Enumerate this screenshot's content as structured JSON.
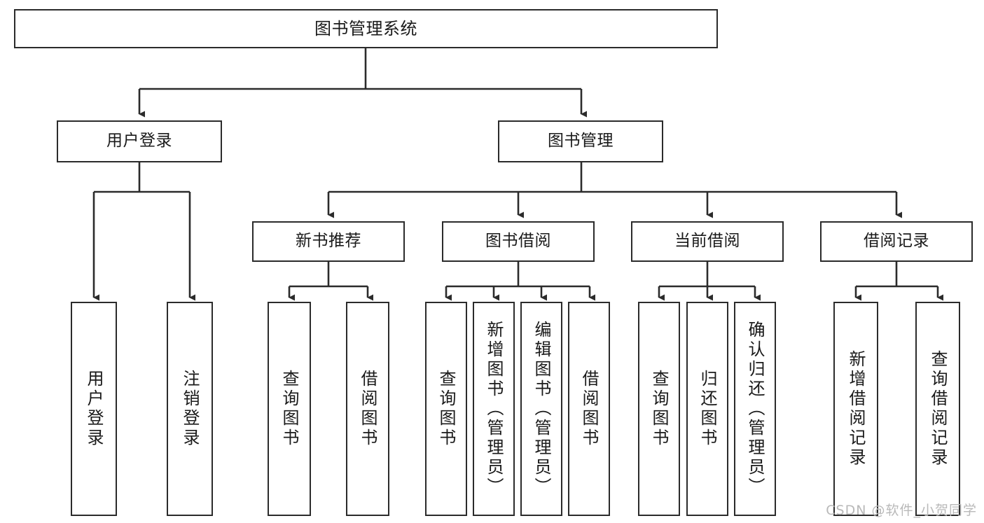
{
  "diagram": {
    "title": "图书管理系统",
    "type": "tree",
    "watermark": "CSDN @软件_小贺同学",
    "colors": {
      "node_border": "#2b2b2b",
      "node_fill": "#ffffff",
      "connector": "#2b2b2b",
      "text": "#1a1a1a",
      "watermark": "#b9b9b9",
      "background": "#ffffff"
    },
    "root": {
      "label": "图书管理系统"
    },
    "level2": [
      {
        "id": "user-login",
        "label": "用户登录"
      },
      {
        "id": "book-management",
        "label": "图书管理"
      }
    ],
    "level3": [
      {
        "id": "new-book-recommend",
        "label": "新书推荐"
      },
      {
        "id": "book-borrow",
        "label": "图书借阅"
      },
      {
        "id": "current-borrow",
        "label": "当前借阅"
      },
      {
        "id": "borrow-record",
        "label": "借阅记录"
      }
    ],
    "leaves": {
      "user-login": [
        {
          "id": "leaf-user-login",
          "label": "用户登录"
        },
        {
          "id": "leaf-logout",
          "label": "注销登录"
        }
      ],
      "new-book-recommend": [
        {
          "id": "leaf-query-book-1",
          "label": "查询图书"
        },
        {
          "id": "leaf-borrow-book-1",
          "label": "借阅图书"
        }
      ],
      "book-borrow": [
        {
          "id": "leaf-query-book-2",
          "label": "查询图书"
        },
        {
          "id": "leaf-add-book",
          "label": "新增图书（管理员）"
        },
        {
          "id": "leaf-edit-book",
          "label": "编辑图书（管理员）"
        },
        {
          "id": "leaf-borrow-book-2",
          "label": "借阅图书"
        }
      ],
      "current-borrow": [
        {
          "id": "leaf-query-book-3",
          "label": "查询图书"
        },
        {
          "id": "leaf-return-book",
          "label": "归还图书"
        },
        {
          "id": "leaf-confirm-return",
          "label": "确认归还（管理员）"
        }
      ],
      "borrow-record": [
        {
          "id": "leaf-add-record",
          "label": "新增借阅记录"
        },
        {
          "id": "leaf-query-record",
          "label": "查询借阅记录"
        }
      ]
    }
  }
}
